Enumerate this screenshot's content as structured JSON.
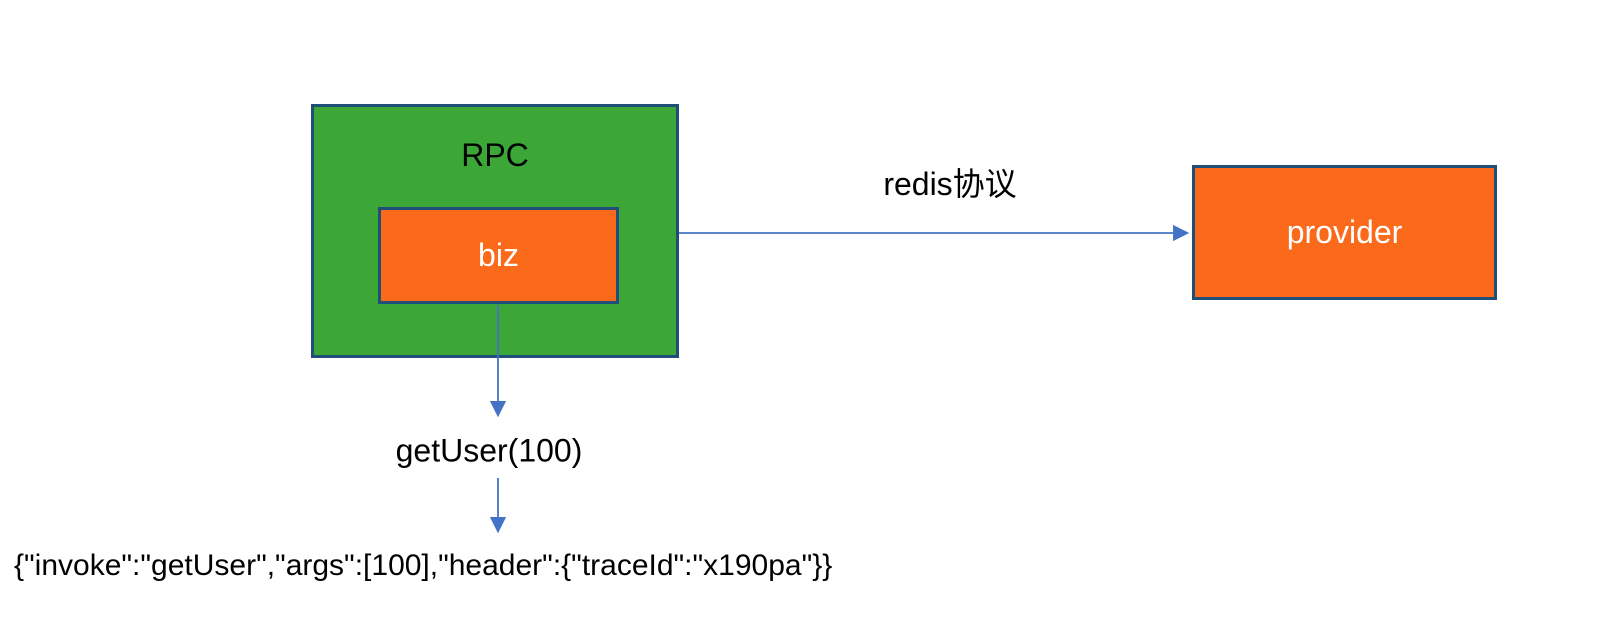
{
  "colors": {
    "bg": "#ffffff",
    "green": "#3CA736",
    "orange": "#FA6A1A",
    "border": "#1F4E79",
    "arrow": "#4472C4",
    "ink": "#000000",
    "ink-light": "#ffffff"
  },
  "nodes": {
    "rpc": {
      "label": "RPC"
    },
    "biz": {
      "label": "biz"
    },
    "provider": {
      "label": "provider"
    }
  },
  "labels": {
    "protocol": "redis协议",
    "call": "getUser(100)",
    "payload": "{\"invoke\":\"getUser\",\"args\":[100],\"header\":{\"traceId\":\"x190pa\"}}"
  },
  "edges": [
    {
      "name": "rpc-to-provider",
      "label": "redis协议"
    },
    {
      "name": "biz-to-call",
      "label": ""
    },
    {
      "name": "call-to-payload",
      "label": ""
    }
  ]
}
